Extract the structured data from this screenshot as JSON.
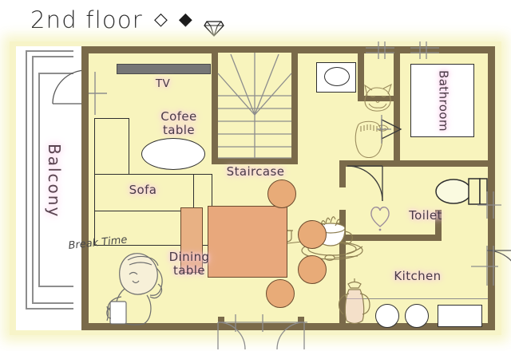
{
  "title": {
    "text": "2nd floor",
    "symbols": [
      "◇",
      "◆",
      "◈"
    ]
  },
  "rooms": {
    "balcony": "Balcony",
    "tv": "TV",
    "coffee_table": "Cofee\ntable",
    "sofa": "Sofa",
    "staircase": "Staircase",
    "dining_table": "Dining\ntable",
    "kitchen": "Kitchen",
    "bathroom": "Bathroom",
    "toilet": "Toilet"
  },
  "annotations": {
    "break_time": "Break Time"
  },
  "colors": {
    "floor": "#f8f4bd",
    "wall": "#7a6a4a",
    "label_text": "#4a3a46",
    "label_glow": "#f6c9e6",
    "furniture_wood": "#e8a87c",
    "tv_screen": "#767676",
    "thin_line": "#8d8d8d",
    "page_background": "#ffffff"
  },
  "icons": {
    "washbasin": "washbasin-icon",
    "toilet_fixture": "toilet-fixture-icon",
    "cat_sketch": "cat-sketch-icon",
    "bag_sketch": "bag-sketch-icon",
    "teapot_sketch": "teapot-sketch-icon",
    "teacup_sketch": "teacup-sketch-icon",
    "heart": "heart-icon",
    "girl_sketch": "girl-drinking-sketch-icon",
    "stove_burner": "stove-burner-icon",
    "sink": "kitchen-sink-icon"
  }
}
